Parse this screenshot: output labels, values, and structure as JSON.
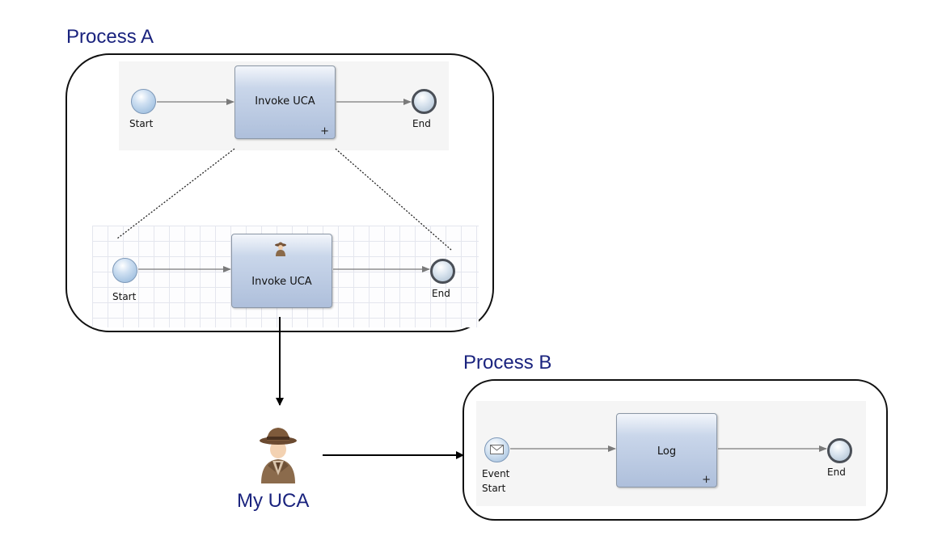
{
  "process_a": {
    "title": "Process A",
    "top_flow": {
      "start_label": "Start",
      "task_label": "Invoke UCA",
      "task_marker": "+",
      "end_label": "End"
    },
    "detail_flow": {
      "start_label": "Start",
      "task_label": "Invoke UCA",
      "task_icon": "uca-agent-icon",
      "end_label": "End"
    }
  },
  "uca": {
    "label": "My UCA",
    "icon": "uca-agent-icon"
  },
  "process_b": {
    "title": "Process B",
    "flow": {
      "start_label_line1": "Event",
      "start_label_line2": "Start",
      "start_icon": "envelope-icon",
      "task_label": "Log",
      "task_marker": "+",
      "end_label": "End"
    }
  },
  "colors": {
    "title": "#1a237e",
    "task_fill": "#c9d6ea",
    "connector": "#7a7a7a",
    "outline": "#111111"
  }
}
